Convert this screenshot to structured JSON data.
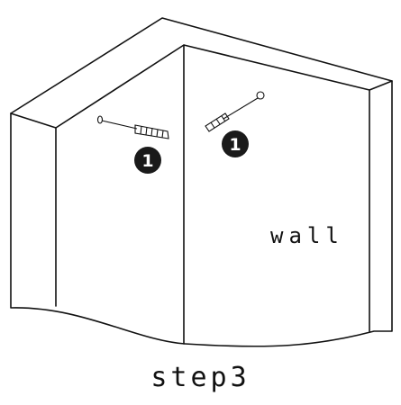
{
  "labels": {
    "wall": "wall",
    "step": "step3"
  },
  "callouts": [
    {
      "number": "1"
    },
    {
      "number": "1"
    }
  ],
  "colors": {
    "line": "#111111",
    "badge": "#1a1a1a",
    "background": "#ffffff"
  }
}
